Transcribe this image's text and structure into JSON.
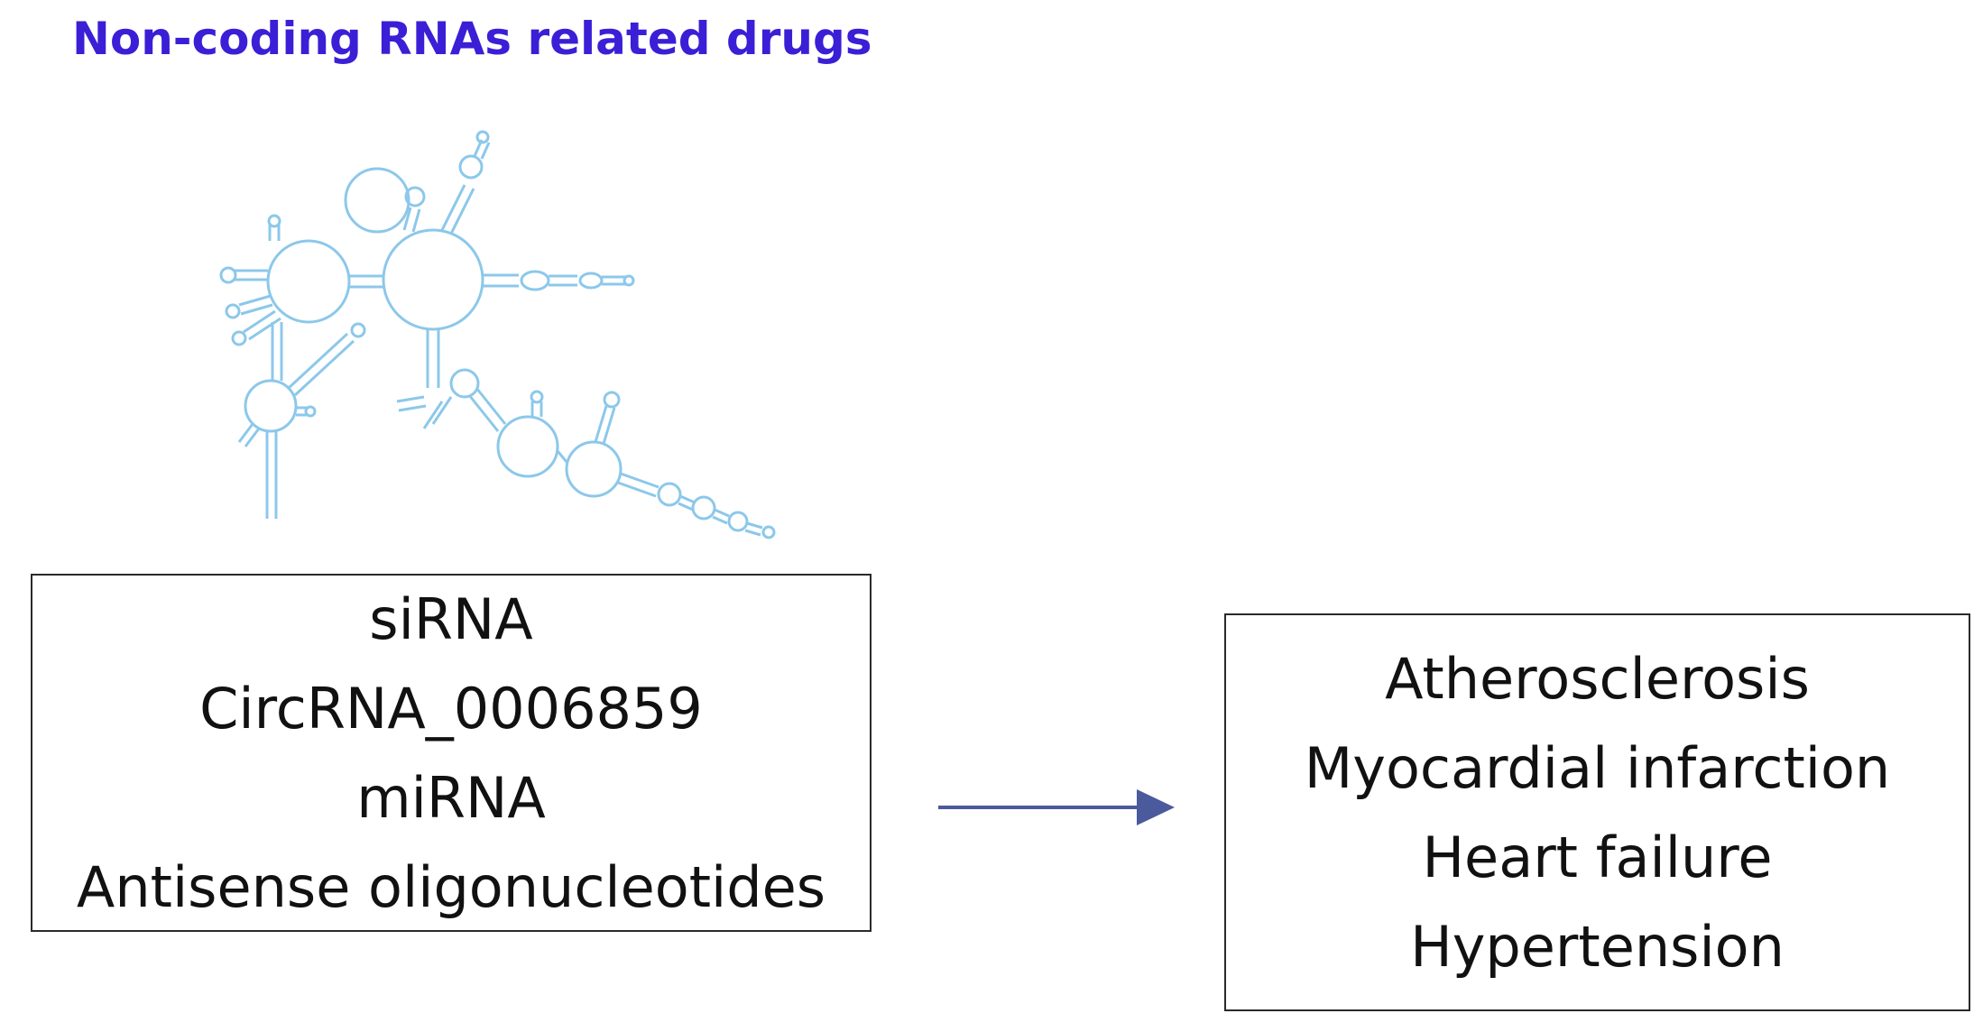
{
  "title": "Non-coding RNAs related drugs",
  "drugs_box": {
    "items": [
      "siRNA",
      "CircRNA_0006859",
      "miRNA",
      "Antisense oligonucleotides"
    ]
  },
  "diseases_box": {
    "items": [
      "Atherosclerosis",
      "Myocardial infarction",
      "Heart failure",
      "Hypertension"
    ]
  },
  "colors": {
    "title": "#3a1fd6",
    "rna_structure": "#8cc8ea",
    "arrow": "#4a5a9c",
    "box_border": "#2a2a2a"
  },
  "icons": {
    "rna": "rna-secondary-structure-icon",
    "arrow": "right-arrow-icon"
  }
}
